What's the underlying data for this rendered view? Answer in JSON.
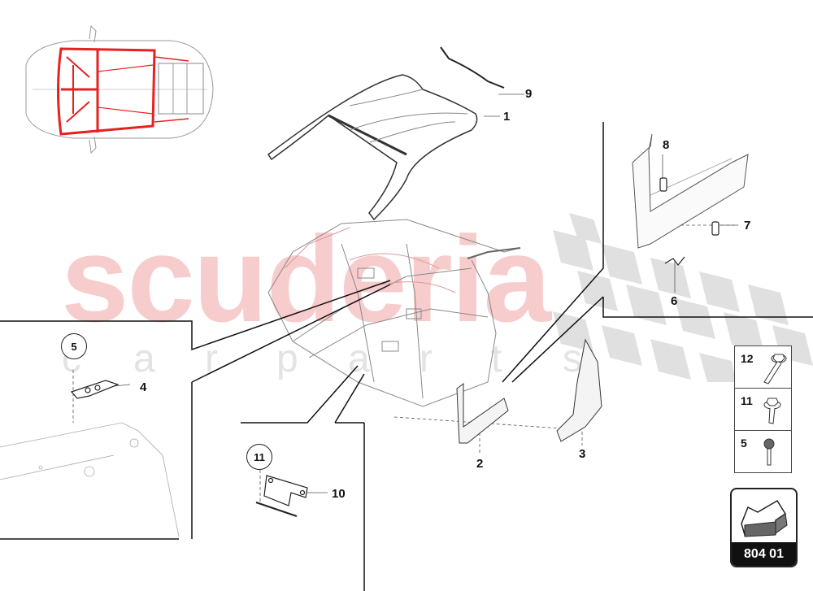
{
  "watermark": {
    "brand": "scuderia",
    "tagline_letters": [
      "c",
      "a",
      "r",
      "p",
      "a",
      "r",
      "t",
      "s"
    ]
  },
  "diagram": {
    "title_code": "804 01",
    "callouts": [
      {
        "id": "1",
        "label": "1",
        "part": "roof-panel"
      },
      {
        "id": "2",
        "label": "2",
        "part": "a-pillar-sill-left"
      },
      {
        "id": "3",
        "label": "3",
        "part": "b-pillar-reinforcement"
      },
      {
        "id": "4",
        "label": "4",
        "part": "floor-bracket"
      },
      {
        "id": "6",
        "label": "6",
        "part": "hook-clip"
      },
      {
        "id": "7",
        "label": "7",
        "part": "retaining-clip"
      },
      {
        "id": "8",
        "label": "8",
        "part": "upper-clip"
      },
      {
        "id": "9",
        "label": "9",
        "part": "roof-seal-strip"
      },
      {
        "id": "10",
        "label": "10",
        "part": "hinge-bracket"
      }
    ],
    "circle_refs": [
      {
        "label": "5",
        "part": "nut"
      },
      {
        "label": "11",
        "part": "bolt"
      }
    ],
    "fasteners": [
      {
        "num": "12",
        "type": "flange-bolt-long"
      },
      {
        "num": "11",
        "type": "flange-bolt-short"
      },
      {
        "num": "5",
        "type": "nut-stud"
      }
    ],
    "highlight_color": "#e82020",
    "line_color": "#222222",
    "watermark_red": "#f7cccc",
    "watermark_grey": "#e3e3e3"
  }
}
